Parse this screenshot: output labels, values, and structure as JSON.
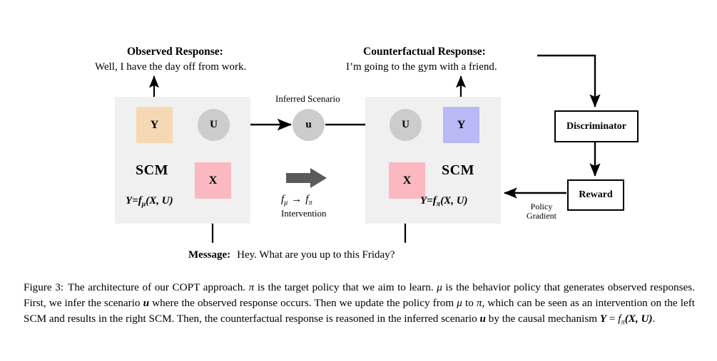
{
  "figure": {
    "number_label": "Figure 3:",
    "caption_parts": {
      "p1": "The architecture of our COPT approach. ",
      "pi1": "π",
      "p2": " is the target policy that we aim to learn. ",
      "mu1": "μ",
      "p3": " is the behavior policy that generates observed responses. First, we infer the scenario ",
      "u1": "u",
      "p4": " where the observed response occurs. Then we update the policy from ",
      "mu2": "μ",
      "p5": " to ",
      "pi2": "π",
      "p6": ", which can be seen as an intervention on the left SCM and results in the right SCM. Then, the counterfactual response is reasoned in the inferred scenario ",
      "u2": "u",
      "p7": " by the causal mechanism ",
      "eq_Y": "Y",
      "eq_eq": " = ",
      "eq_f": "f",
      "eq_fsub": "π",
      "eq_args": "(X, U)",
      "p8": "."
    }
  },
  "headers": {
    "observed": {
      "title": "Observed Response:",
      "text": "Well, I have the day off from work."
    },
    "counterfactual": {
      "title": "Counterfactual Response:",
      "text": "I’m going to the gym with a friend."
    }
  },
  "message": {
    "label": "Message:",
    "text": "Hey. What are you up to this Friday?"
  },
  "scm_left": {
    "title": "SCM",
    "equation": {
      "lhs": "Y=f",
      "sub": "μ",
      "rhs": "(X, U)"
    },
    "nodes": {
      "y": {
        "label": "Y",
        "color": "#f6d9b4",
        "shape": "square"
      },
      "u": {
        "label": "U",
        "color": "#cccccc",
        "shape": "circle"
      },
      "x": {
        "label": "X",
        "color": "#fbb8c0",
        "shape": "square"
      }
    }
  },
  "scm_right": {
    "title": "SCM",
    "equation": {
      "lhs": "Y=f",
      "sub": "π",
      "rhs": "(X, U)"
    },
    "nodes": {
      "u": {
        "label": "U",
        "color": "#cccccc",
        "shape": "circle"
      },
      "y": {
        "label": "Y",
        "color": "#b9b9f6",
        "shape": "square"
      },
      "x": {
        "label": "X",
        "color": "#fbb8c0",
        "shape": "square"
      }
    }
  },
  "inferred_scenario": {
    "label": "Inferred Scenario",
    "node": {
      "label": "u",
      "color": "#cccccc",
      "shape": "circle"
    }
  },
  "intervention": {
    "arrow_color": "#5a5a5a",
    "formula": {
      "from_f": "f",
      "from_sub": "μ",
      "arrow": "→",
      "to_f": "f",
      "to_sub": "π"
    },
    "label": "Intervention"
  },
  "discriminator": {
    "label": "Discriminator"
  },
  "reward": {
    "label": "Reward"
  },
  "policy_gradient": {
    "line1": "Policy",
    "line2": "Gradient"
  },
  "colors": {
    "panel_bg": "#f0f0f0",
    "stroke": "#000000",
    "page_bg": "#ffffff"
  }
}
